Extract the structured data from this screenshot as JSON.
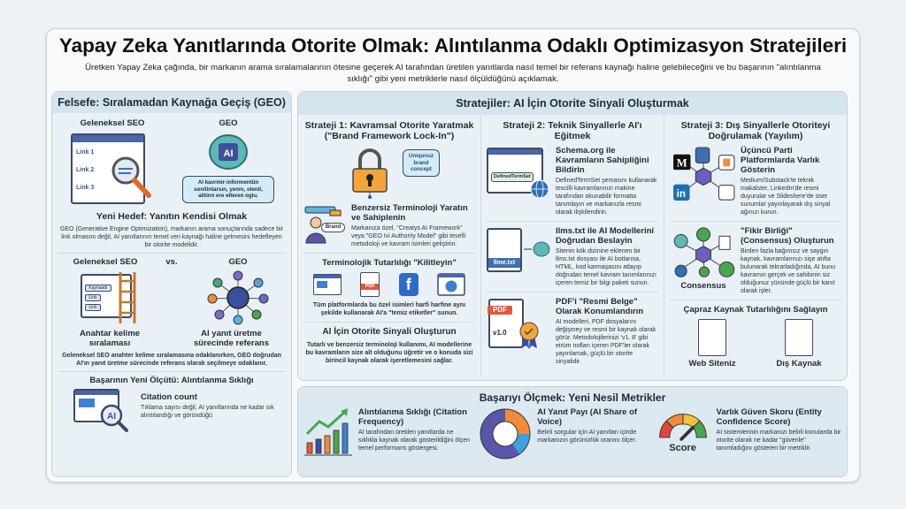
{
  "title": "Yapay Zeka Yanıtlarında Otorite Olmak: Alıntılanma Odaklı Optimizasyon Stratejileri",
  "subtitle": "Üretken Yapay Zeka çağında, bir markanın arama sıralamalarının ötesine geçerek AI tarafından üretilen yanıtlarda nasıl temel bir referans kaynağı haline gelebileceğini ve bu başarının \"alıntılanma sıklığı\" gibi yeni metriklerle nasıl ölçüldüğünü açıklamak.",
  "left": {
    "header": "Felsefe: Sıralamadan Kaynağa Geçiş (GEO)",
    "seo_label": "Geleneksel SEO",
    "geo_label": "GEO",
    "links": [
      "Link 1",
      "Link 2",
      "Link 3"
    ],
    "ai_badge": "AI",
    "bubble": "AI kavrmir-informentün sonilintarsın, yennı, olenil, alitinn ere elteren oglu.",
    "goal_title": "Yeni Hedef: Yanıtın Kendisi Olmak",
    "goal_text": "GEO (Generative Engine Optimization), markanın arama sonuçlarında sadece bir link olmasını değil, AI yanıtlarının temel veri kaynağı haline gelmesini hedefleyen bir otorite modelidir.",
    "vs": {
      "left": "Geleneksel SEO",
      "mid": "vs.",
      "right": "GEO",
      "chips": [
        "Kaynaadı",
        "Link",
        "Link"
      ],
      "left_caption": "Anahtar kelime sıralaması",
      "right_caption": "AI yanıt üretme sürecinde referans",
      "text": "Geleneksel SEO anahter kelime sıralamasına odaklanırken, GEO doğrudan AI'ın yanıt üretme sürecinde referans olarak seçilmeye odaklanır."
    },
    "metric_title": "Başarının Yeni Ölçütü: Alıntılanma Sıklığı",
    "metric_sub": "Citation count",
    "metric_text": "Tıklama sayısı değil, AI yanıtlarında ne kadar sık alıntılandığı ve göründüğü"
  },
  "strategies": {
    "header": "Stratejiler: AI İçin Otorite Sinyali Oluşturmak",
    "s1": {
      "title": "Strateji 1: Kavramsal Otorite Yaratmak (\"Brand Framework Lock-In\")",
      "bubble": "Uniqunuz brand concept",
      "brand": "Brand",
      "t1": "Benzersiz Terminoloji Yaratın ve Sahiplenin",
      "p1": "Markanıza özel, \"Creatys AI Framework\" veya \"GEO Ivi Authority Model\" gibi tesellí metodoloji ve kavram isimleri geliştirin.",
      "t2": "Terminolojik Tutarlılığı \"Kilitleyin\"",
      "pdf": "PDF",
      "p2": "Tüm platformlarda bu özel isimleri harfi harfine aynı şekilde kullanarak AI'a \"temiz etiketler\" sunun.",
      "t3": "AI İçin Otorite Sinyali Oluşturun",
      "p3": "Tutarlı ve benzersiz terminoloji kullanımı, AI modellerine bu kavramların size alt olduğunu üğretir ve o konuda sizi birincil kaynak olarak işeretlemesini sağlar."
    },
    "s2": {
      "title": "Strateji 2: Teknik Sinyallerle AI'ı Eğitmek",
      "tag": "DefinedTermSet",
      "t1": "Schema.org ile Kavramların Sahipliğini Bildirin",
      "p1": "DefinedTermSet şemasını kullanarak tescilli kavramlarınızı makine tarafından okunabilir formatta tanımlayın ve markanızla resmi olarak ilişkilendirin.",
      "file": "llme.txt",
      "t2": "llms.txt ile AI Modellerini Doğrudan Beslayin",
      "p2": "Sitenin kök dizinine eklenen bir llms.txt dosyası ile AI botlarına, HTML, kod karmaşasını atlayıp doğrudan temel kavram tanımlarınızı içeren temiz bir bilgi paketi sunun.",
      "pdf": "PDF",
      "ver": "v1.0",
      "t3": "PDF'i \"Resmi Belge\" Olarak Konumlandırın",
      "p3": "AI modelleri, PDF dosyalarını değişmey ve resmi bir kaynak olarak görür. Metodolojilerinizi 'v1. 8' gibi eirüm nofları içeren PDF'ler olarak yayınlamak, güçlü bir otorite sinyalidir."
    },
    "s3": {
      "title": "Strateji 3: Dış Sinyallerle Otoriteyi Doğrulamak (Yayılım)",
      "t1": "Üçüncü Parti Platformlarda Varlık Gösterin",
      "p1": "Medium/Substack'te teknik makalster, LinkedIn'de resmi duyurular ve Slideshere'de üset sunumlar yayınlayarak dış sinyal ağınızı kurun.",
      "t2": "\"Fikir Birliği\" (Consensus) Oluşturun",
      "consensus": "Consensus",
      "p2": "Birden fazla bağımsız ve saygın kaynak, kavramlarınızı sişe atıfta bulunarak tekrarladığında, AI bunu kavramın gerçek ve sahibinin siz olduğunuz yününde güçlü bir kanıt olarak işler.",
      "t3": "Çapraz Kaynak Tutarlılığını Sağlayın",
      "doc1": "Web Siteniz",
      "doc2": "Dış Kaynak"
    }
  },
  "metrics": {
    "header": "Başarıyı Ölçmek: Yeni Nesil Metrikler",
    "items": [
      {
        "title": "Alıntılanma Sıklığı (Citation Frequency)",
        "text": "AI tarafından üretilen yanıtlarda ne sıklıkla kaynak olarak gösterildiğini ölçen temel performans göstergesi."
      },
      {
        "title": "AI Yanıt Payı (AI Share of Voice)",
        "text": "Belirli sorgular için AI yanıtları içinde markanızın görünürlük oranını ölçer."
      },
      {
        "title": "Varlık Güven Skoru (Entity Confidence Score)",
        "text": "AI sistemlerinin markanızı belirli konularda bir otorite olarak ne kadar \"güvenle\" tanımladığını gösteren bir metriklir.",
        "gauge": "Score"
      }
    ]
  },
  "colors": {
    "accent": "#2f6fb3",
    "panel": "#eaf1f6",
    "header": "#d5e5ef",
    "orange": "#f08a3c",
    "green": "#4aa54f",
    "purple": "#5a55a8"
  }
}
